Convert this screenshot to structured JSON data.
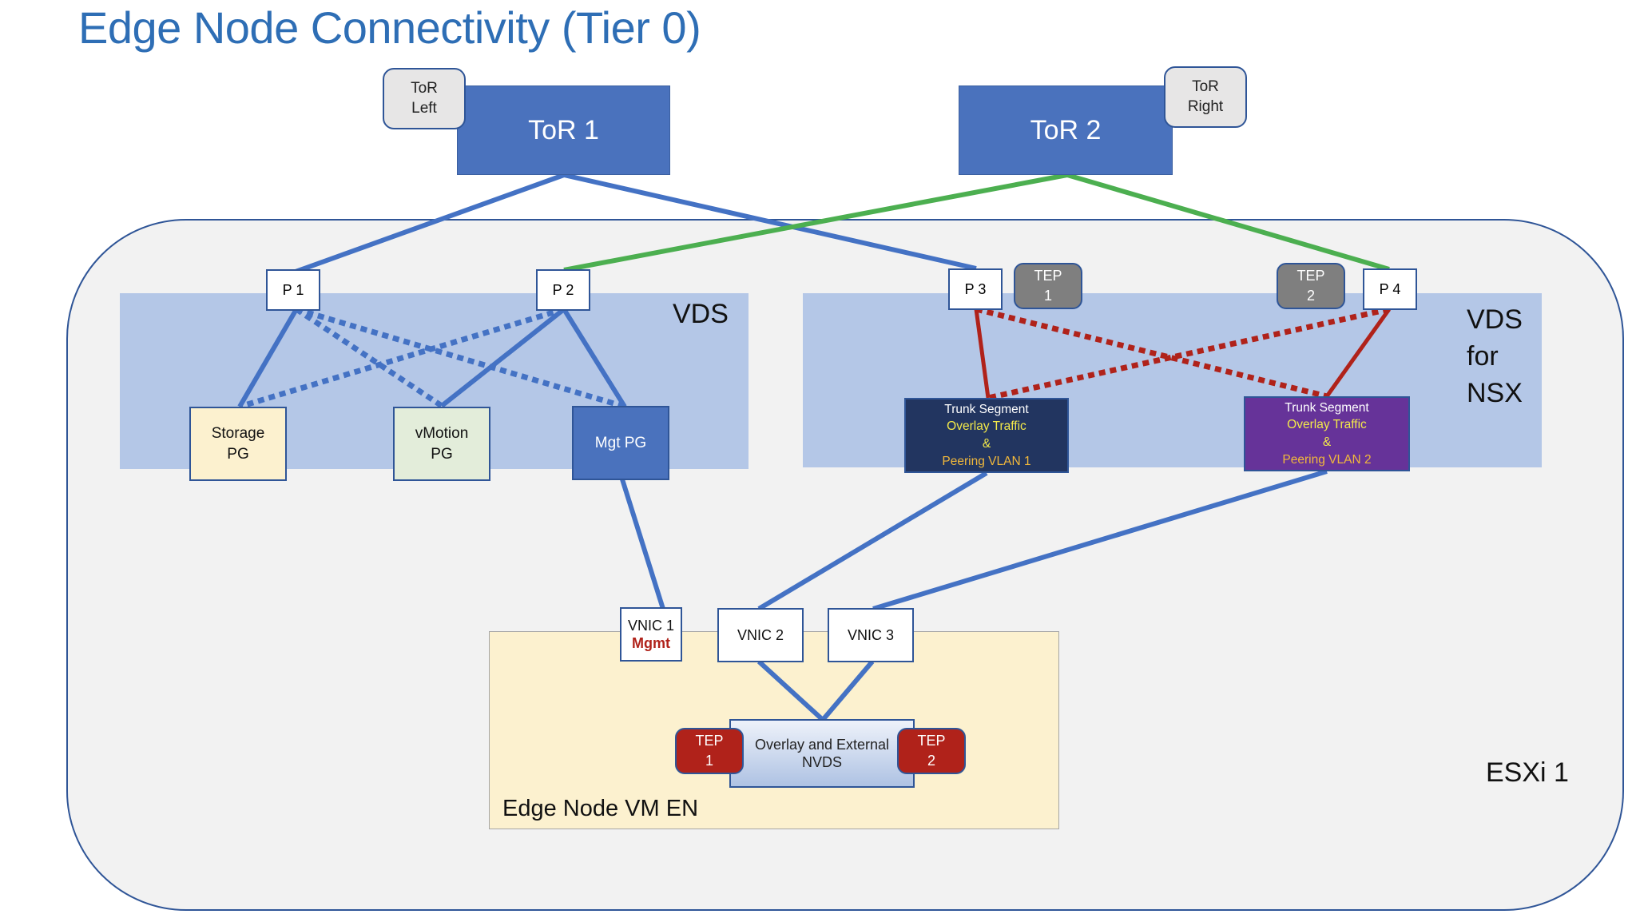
{
  "title": "Edge Node Connectivity (Tier 0)",
  "colors": {
    "accent_title": "#2E6EB5",
    "tor": "#4A72BD",
    "host_bg": "#F2F2F2",
    "vds_band": "#B4C7E7",
    "blue_link": "#4472C4",
    "green_link": "#4CAF50",
    "red_link": "#B0221A",
    "edge_vm_bg": "#FCF1CF",
    "trunk1": "#223560",
    "trunk2": "#663399",
    "tep_red": "#B0221A",
    "tep_grey": "#7F7F7F"
  },
  "tors": [
    {
      "id": "tor1",
      "label": "ToR 1",
      "tag_line1": "ToR",
      "tag_line2": "Left"
    },
    {
      "id": "tor2",
      "label": "ToR 2",
      "tag_line1": "ToR",
      "tag_line2": "Right"
    }
  ],
  "host": {
    "label": "ESXi 1"
  },
  "vds": {
    "label": "VDS",
    "ports": [
      "P 1",
      "P 2"
    ],
    "port_groups": [
      {
        "id": "storage",
        "line1": "Storage",
        "line2": "PG"
      },
      {
        "id": "vmotion",
        "line1": "vMotion",
        "line2": "PG"
      },
      {
        "id": "mgt",
        "line1": "Mgt PG",
        "line2": ""
      }
    ]
  },
  "vds_nsx": {
    "label_line1": "VDS",
    "label_line2": "for",
    "label_line3": "NSX",
    "ports": [
      "P 3",
      "P 4"
    ],
    "teps": [
      {
        "line1": "TEP",
        "line2": "1"
      },
      {
        "line1": "TEP",
        "line2": "2"
      }
    ],
    "trunks": [
      {
        "line1": "Trunk Segment",
        "line2": "Overlay Traffic",
        "line3": "&",
        "line4": "Peering VLAN 1"
      },
      {
        "line1": "Trunk Segment",
        "line2": "Overlay Traffic",
        "line3": "&",
        "line4": "Peering VLAN 2"
      }
    ]
  },
  "edge_vm": {
    "label": "Edge Node VM EN",
    "vnics": [
      {
        "line1": "VNIC 1",
        "line2": "Mgmt"
      },
      {
        "line1": "VNIC 2",
        "line2": ""
      },
      {
        "line1": "VNIC 3",
        "line2": ""
      }
    ],
    "nvds": {
      "line1": "Overlay and External",
      "line2": "NVDS"
    },
    "teps": [
      {
        "line1": "TEP",
        "line2": "1"
      },
      {
        "line1": "TEP",
        "line2": "2"
      }
    ]
  },
  "links": [
    {
      "from": "ToR 1",
      "to": "P 1",
      "style": "solid",
      "color": "blue"
    },
    {
      "from": "ToR 1",
      "to": "P 3",
      "style": "solid",
      "color": "blue"
    },
    {
      "from": "ToR 2",
      "to": "P 2",
      "style": "solid",
      "color": "green"
    },
    {
      "from": "ToR 2",
      "to": "P 4",
      "style": "solid",
      "color": "green"
    },
    {
      "from": "P 1",
      "to": "Storage PG",
      "style": "solid",
      "color": "blue"
    },
    {
      "from": "P 1",
      "to": "vMotion PG",
      "style": "dashed",
      "color": "blue"
    },
    {
      "from": "P 1",
      "to": "Mgt PG",
      "style": "dashed",
      "color": "blue"
    },
    {
      "from": "P 2",
      "to": "Storage PG",
      "style": "dashed",
      "color": "blue"
    },
    {
      "from": "P 2",
      "to": "vMotion PG",
      "style": "solid",
      "color": "blue"
    },
    {
      "from": "P 2",
      "to": "Mgt PG",
      "style": "solid",
      "color": "blue"
    },
    {
      "from": "P 3",
      "to": "Trunk Segment VLAN 1",
      "style": "solid",
      "color": "red"
    },
    {
      "from": "P 3",
      "to": "Trunk Segment VLAN 2",
      "style": "dashed",
      "color": "red"
    },
    {
      "from": "P 4",
      "to": "Trunk Segment VLAN 1",
      "style": "dashed",
      "color": "red"
    },
    {
      "from": "P 4",
      "to": "Trunk Segment VLAN 2",
      "style": "solid",
      "color": "red"
    },
    {
      "from": "Mgt PG",
      "to": "VNIC 1",
      "style": "solid",
      "color": "blue"
    },
    {
      "from": "Trunk Segment VLAN 1",
      "to": "VNIC 2",
      "style": "solid",
      "color": "blue"
    },
    {
      "from": "Trunk Segment VLAN 2",
      "to": "VNIC 3",
      "style": "solid",
      "color": "blue"
    },
    {
      "from": "VNIC 2",
      "to": "NVDS",
      "style": "solid",
      "color": "blue"
    },
    {
      "from": "VNIC 3",
      "to": "NVDS",
      "style": "solid",
      "color": "blue"
    }
  ]
}
